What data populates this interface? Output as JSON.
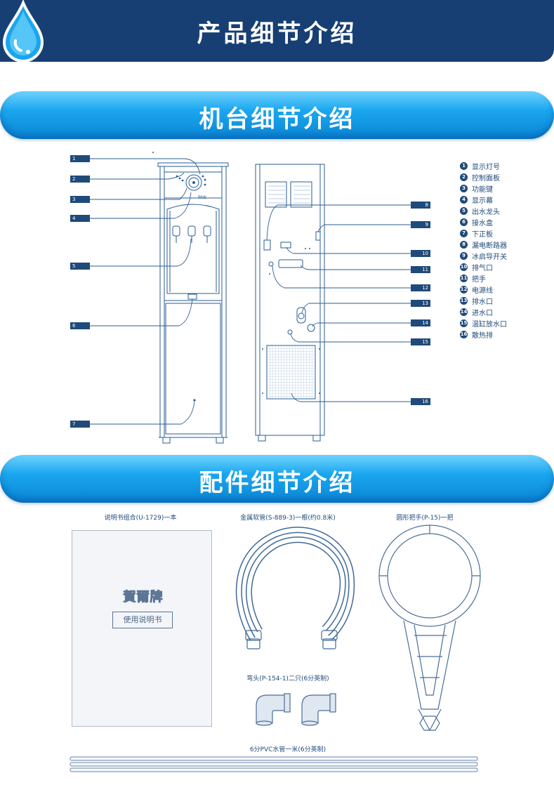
{
  "header": {
    "title": "产品细节介绍",
    "icon": "water-drop-icon"
  },
  "sections": {
    "machine": {
      "title": "机台细节介绍"
    },
    "accessories": {
      "title": "配件细节介绍"
    }
  },
  "front_view": {
    "brand_plate": "PAN"
  },
  "callouts": [
    "1",
    "2",
    "3",
    "4",
    "5",
    "6",
    "7",
    "8",
    "9",
    "10",
    "11",
    "12",
    "13",
    "14",
    "15",
    "16"
  ],
  "legend": [
    {
      "num": "1",
      "label": "显示灯号"
    },
    {
      "num": "2",
      "label": "控制面板"
    },
    {
      "num": "3",
      "label": "功能键"
    },
    {
      "num": "4",
      "label": "显示幕"
    },
    {
      "num": "5",
      "label": "出水龙头"
    },
    {
      "num": "6",
      "label": "接水盒"
    },
    {
      "num": "7",
      "label": "下正板"
    },
    {
      "num": "8",
      "label": "漏电断路器"
    },
    {
      "num": "9",
      "label": "冰启导开关"
    },
    {
      "num": "10",
      "label": "排气口"
    },
    {
      "num": "11",
      "label": "把手"
    },
    {
      "num": "12",
      "label": "电源线"
    },
    {
      "num": "13",
      "label": "排水口"
    },
    {
      "num": "14",
      "label": "进水口"
    },
    {
      "num": "15",
      "label": "温缸放水口"
    },
    {
      "num": "16",
      "label": "散热排"
    }
  ],
  "accessories": {
    "manual": {
      "caption": "说明书组合(U-1729)一本",
      "brand": "賀爾牌",
      "title": "使用说明书"
    },
    "hose": {
      "caption": "金属软管(S-889-3)一根(约0.8米)"
    },
    "wrench": {
      "caption": "圆形把手(P-15)一把"
    },
    "elbow": {
      "caption": "弯头(P-154-1)二只(6分英制)"
    },
    "pvc_pipe": {
      "caption": "6分PVC水管一米(6分英制)"
    }
  },
  "colors": {
    "navy": "#173f73",
    "accent_blue": "#1aa6ee",
    "line": "#1f4a7a"
  }
}
